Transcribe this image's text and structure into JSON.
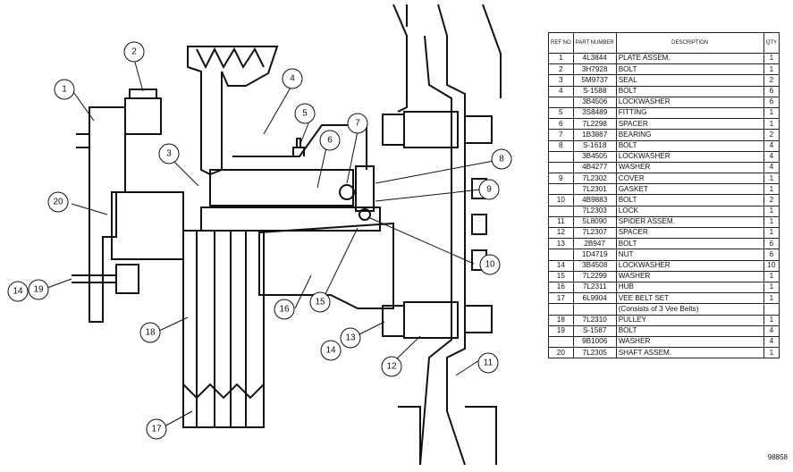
{
  "callouts": [
    "1",
    "2",
    "3",
    "4",
    "5",
    "6",
    "7",
    "8",
    "9",
    "10",
    "11",
    "12",
    "13",
    "14",
    "14",
    "15",
    "16",
    "17",
    "18",
    "19",
    "20"
  ],
  "table": {
    "headers": {
      "ref": "REF NO",
      "part": "PART NUMBER",
      "desc": "DESCRIPTION",
      "qty": "QTY"
    },
    "rows": [
      {
        "ref": "1",
        "part": "4L3844",
        "desc": "PLATE ASSEM.",
        "qty": "1"
      },
      {
        "ref": "2",
        "part": "3H7928",
        "desc": "BOLT",
        "qty": "1"
      },
      {
        "ref": "3",
        "part": "5M9737",
        "desc": "SEAL",
        "qty": "2"
      },
      {
        "ref": "4",
        "part": "S-1588",
        "desc": "BOLT",
        "qty": "6"
      },
      {
        "ref": "",
        "part": "3B4506",
        "desc": "LOCKWASHER",
        "qty": "6"
      },
      {
        "ref": "5",
        "part": "3S8489",
        "desc": "FITTING",
        "qty": "1"
      },
      {
        "ref": "6",
        "part": "7L2298",
        "desc": "SPACER",
        "qty": "1"
      },
      {
        "ref": "7",
        "part": "1B3867",
        "desc": "BEARING",
        "qty": "2"
      },
      {
        "ref": "8",
        "part": "S-1618",
        "desc": "BOLT",
        "qty": "4"
      },
      {
        "ref": "",
        "part": "3B4505",
        "desc": "LOCKWASHER",
        "qty": "4"
      },
      {
        "ref": "",
        "part": "4B4277",
        "desc": "WASHER",
        "qty": "4"
      },
      {
        "ref": "9",
        "part": "7L2302",
        "desc": "COVER",
        "qty": "1"
      },
      {
        "ref": "",
        "part": "7L2301",
        "desc": "GASKET",
        "qty": "1"
      },
      {
        "ref": "10",
        "part": "4B9883",
        "desc": "BOLT",
        "qty": "2"
      },
      {
        "ref": "",
        "part": "7L2303",
        "desc": "LOCK",
        "qty": "1"
      },
      {
        "ref": "11",
        "part": "5L8090",
        "desc": "SPIDER ASSEM.",
        "qty": "1"
      },
      {
        "ref": "12",
        "part": "7L2307",
        "desc": "SPACER",
        "qty": "1"
      },
      {
        "ref": "13",
        "part": "2B947",
        "desc": "BOLT",
        "qty": "6"
      },
      {
        "ref": "",
        "part": "1D4719",
        "desc": "NUT",
        "qty": "6"
      },
      {
        "ref": "14",
        "part": "3B4508",
        "desc": "LOCKWASHER",
        "qty": "10"
      },
      {
        "ref": "15",
        "part": "7L2299",
        "desc": "WASHER",
        "qty": "1"
      },
      {
        "ref": "16",
        "part": "7L2311",
        "desc": "HUB",
        "qty": "1"
      },
      {
        "ref": "17",
        "part": "6L9904",
        "desc": "VEE BELT SET",
        "qty": "1"
      },
      {
        "ref": "",
        "part": "",
        "desc": "(Consists of 3 Vee Belts)",
        "qty": ""
      },
      {
        "ref": "18",
        "part": "7L2310",
        "desc": "PULLEY",
        "qty": "1"
      },
      {
        "ref": "19",
        "part": "S-1587",
        "desc": "BOLT",
        "qty": "4"
      },
      {
        "ref": "",
        "part": "9B1006",
        "desc": "WASHER",
        "qty": "4"
      },
      {
        "ref": "20",
        "part": "7L2305",
        "desc": "SHAFT ASSEM.",
        "qty": "1"
      }
    ]
  },
  "figure_id": "98858"
}
